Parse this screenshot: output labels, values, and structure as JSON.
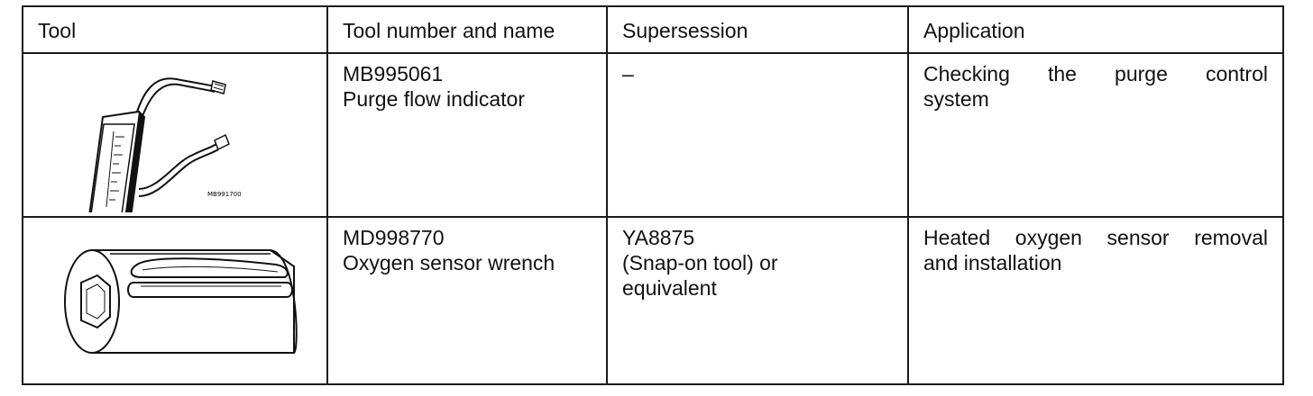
{
  "table": {
    "headers": [
      "Tool",
      "Tool number and name",
      "Supersession",
      "Application"
    ],
    "rows": [
      {
        "tool_illustration": "purge-flow-indicator-illustration",
        "illustration_label": "MB991700",
        "tool_number": "MB995061",
        "tool_name": "Purge flow indicator",
        "supersession": [
          "–"
        ],
        "application_line1": "Checking the purge control",
        "application_line2": "system"
      },
      {
        "tool_illustration": "oxygen-sensor-wrench-illustration",
        "tool_number": "MD998770",
        "tool_name": "Oxygen sensor wrench",
        "supersession": [
          "YA8875",
          "(Snap-on tool) or",
          "equivalent"
        ],
        "application_line1": "Heated oxygen sensor removal",
        "application_line2": "and installation"
      }
    ]
  }
}
